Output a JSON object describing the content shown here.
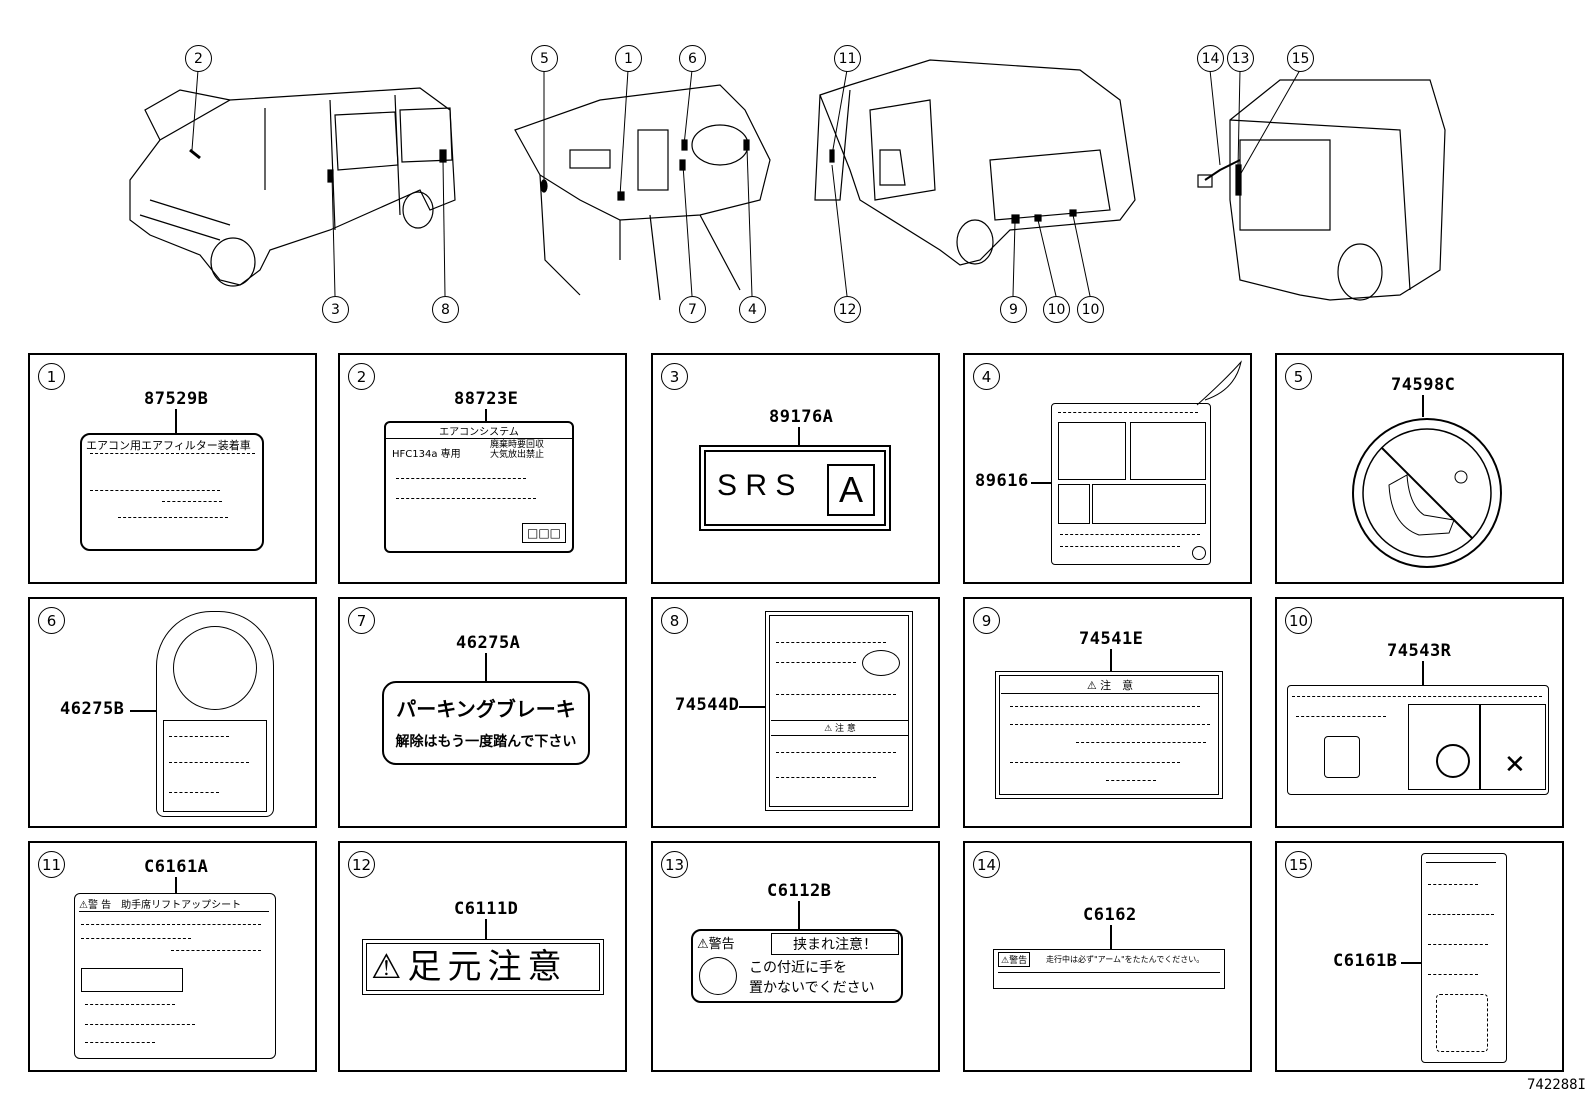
{
  "overview": {
    "callouts": [
      "2",
      "3",
      "8",
      "5",
      "1",
      "6",
      "7",
      "4",
      "11",
      "12",
      "9",
      "10",
      "10",
      "14",
      "13",
      "15"
    ]
  },
  "labels": [
    {
      "num": "1",
      "code": "87529B",
      "text": "エアコン用エアフィルター装着車"
    },
    {
      "num": "2",
      "code": "88723E",
      "title": "エアコンシステム",
      "left": "HFC134a 専用",
      "right1": "廃棄時要回収",
      "right2": "大気放出禁止",
      "boxes": "□□□"
    },
    {
      "num": "3",
      "code": "89176A",
      "srs": "S R S",
      "srs_box": "A"
    },
    {
      "num": "4",
      "code": "89616"
    },
    {
      "num": "5",
      "code": "74598C"
    },
    {
      "num": "6",
      "code": "46275B"
    },
    {
      "num": "7",
      "code": "46275A",
      "line1": "パーキングブレーキ",
      "line2": "解除はもう一度踏んで下さい"
    },
    {
      "num": "8",
      "code": "74544D"
    },
    {
      "num": "9",
      "code": "74541E",
      "title": "⚠ 注　意"
    },
    {
      "num": "10",
      "code": "74543R"
    },
    {
      "num": "11",
      "code": "C6161A",
      "title": "⚠警 告　助手席リフトアップシート"
    },
    {
      "num": "12",
      "code": "C6111D",
      "text": "⚠足元注意"
    },
    {
      "num": "13",
      "code": "C6112B",
      "warn": "⚠警告",
      "pinch": "挟まれ注意！",
      "line1": "この付近に手を",
      "line2": "置かないでください"
    },
    {
      "num": "14",
      "code": "C6162",
      "warn": "⚠警告",
      "text": "走行中は必ず\"アーム\"をたたんでください。"
    },
    {
      "num": "15",
      "code": "C6161B"
    }
  ],
  "footer": "742288I"
}
